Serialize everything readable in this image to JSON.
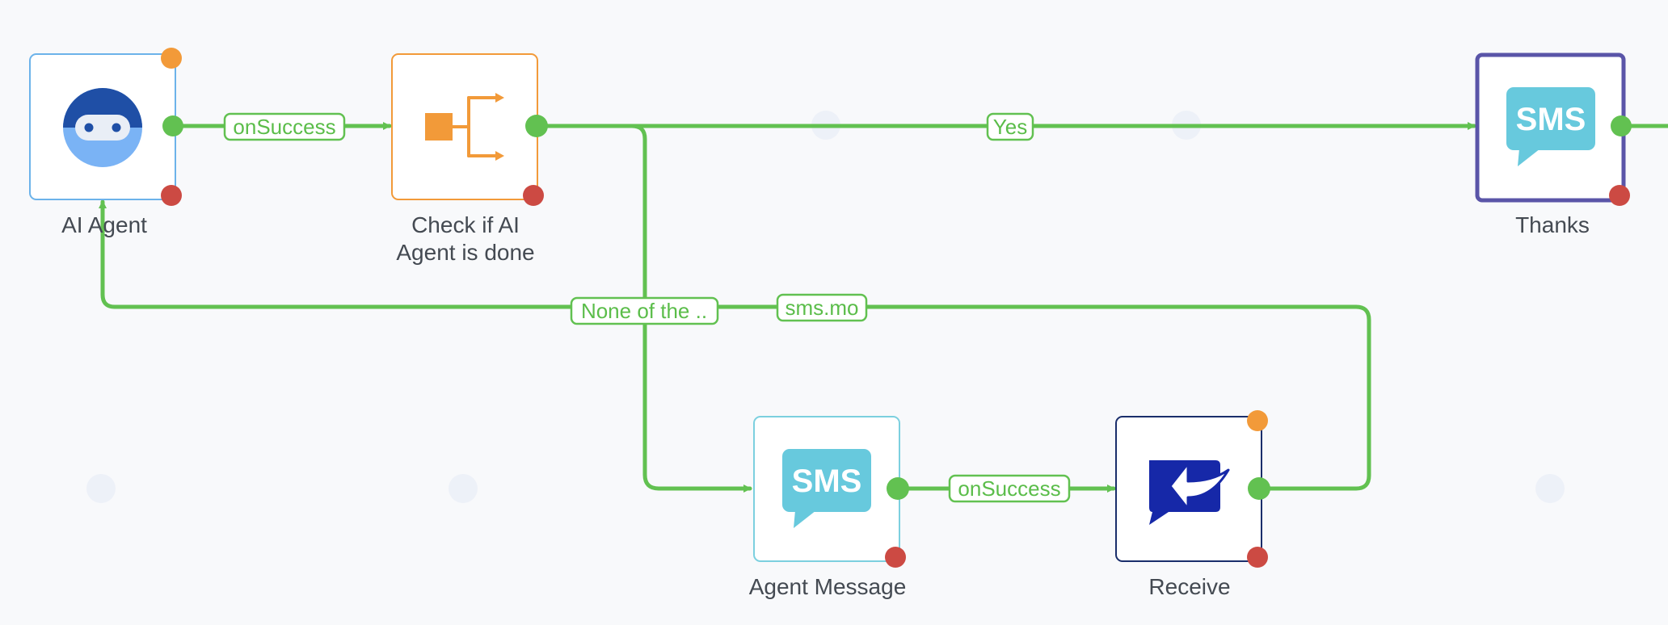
{
  "colors": {
    "edge": "#62c151",
    "port_success": "#62c151",
    "port_warning": "#f29a39",
    "port_error": "#cc4a43",
    "ai_border": "#6cb3ea",
    "branch_border": "#f29a39",
    "sms_border": "#7cd0df",
    "selected_border": "#5a55a8",
    "receive_border": "#1a2e6b",
    "sms_icon": "#67c9dd",
    "receive_icon": "#1628a8",
    "canvas_bg": "#f8f9fb"
  },
  "nodes": {
    "ai_agent": {
      "label": "AI Agent",
      "icon": "robot-icon"
    },
    "check_done": {
      "label_line1": "Check if AI",
      "label_line2": "Agent is done",
      "icon": "branch-icon"
    },
    "thanks": {
      "label": "Thanks",
      "icon": "sms-icon",
      "icon_text": "SMS",
      "selected": true
    },
    "agent_message": {
      "label": "Agent Message",
      "icon": "sms-icon",
      "icon_text": "SMS"
    },
    "receive": {
      "label": "Receive",
      "icon": "reply-icon"
    }
  },
  "edges": {
    "ai_to_check": {
      "label": "onSuccess"
    },
    "check_to_thanks": {
      "label": "Yes"
    },
    "check_to_agent_message": {
      "label": "None of the .."
    },
    "receive_to_ai": {
      "label": "sms.mo"
    },
    "agent_message_to_receive": {
      "label": "onSuccess"
    }
  }
}
